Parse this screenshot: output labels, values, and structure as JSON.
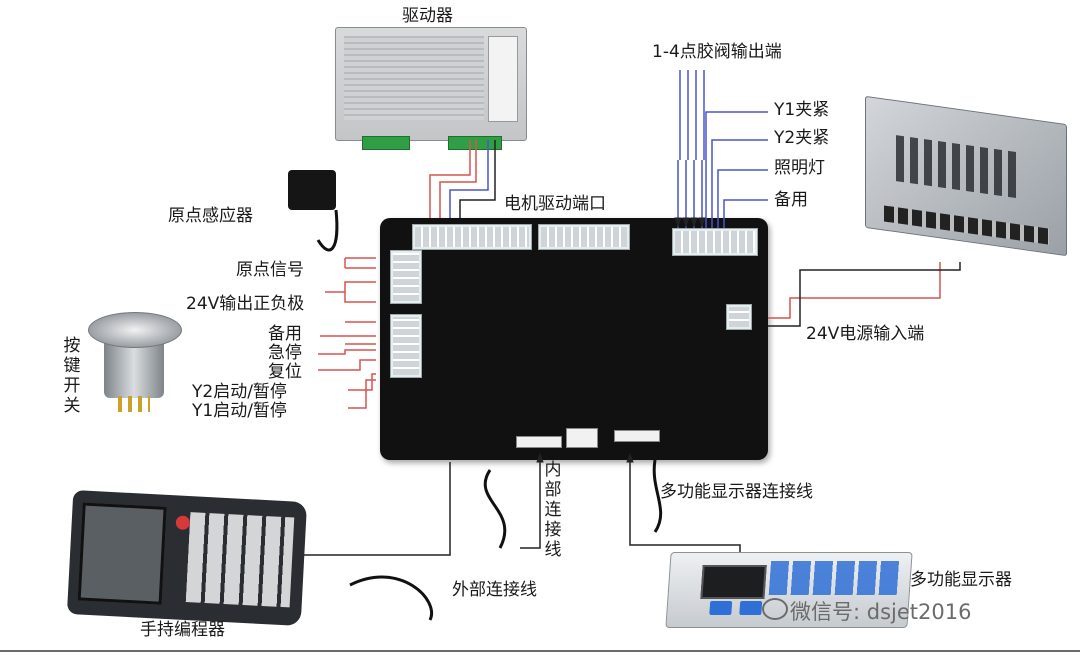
{
  "labels": {
    "driver": "驱动器",
    "motor_port": "电机驱动端口",
    "valve_output": "1-4点胶阀输出端",
    "y1_clamp": "Y1夹紧",
    "y2_clamp": "Y2夹紧",
    "lighting": "照明灯",
    "spare_right": "备用",
    "origin_sensor": "原点感应器",
    "origin_signal": "原点信号",
    "v24_output": "24V输出正负极",
    "spare_left": "备用",
    "emergency_stop": "急停",
    "reset": "复位",
    "y2_start": "Y2启动/暂停",
    "y1_start": "Y1启动/暂停",
    "key_switch": "按键开关",
    "power_input": "24V电源输入端",
    "internal_cable": "内部连接线",
    "display_cable": "多功能显示器连接线",
    "external_cable": "外部连接线",
    "display": "多功能显示器",
    "pendant": "手持编程器"
  },
  "vertical": {
    "key_switch_chars": [
      "按",
      "键",
      "开",
      "关"
    ],
    "internal_cable_chars": [
      "内",
      "部",
      "连",
      "接",
      "线"
    ]
  },
  "watermark": "微信号: dsjet2016",
  "colors": {
    "wire_red": "#d9534f",
    "wire_blue": "#4a55c8",
    "wire_black": "#222222",
    "controller": "#111111"
  }
}
